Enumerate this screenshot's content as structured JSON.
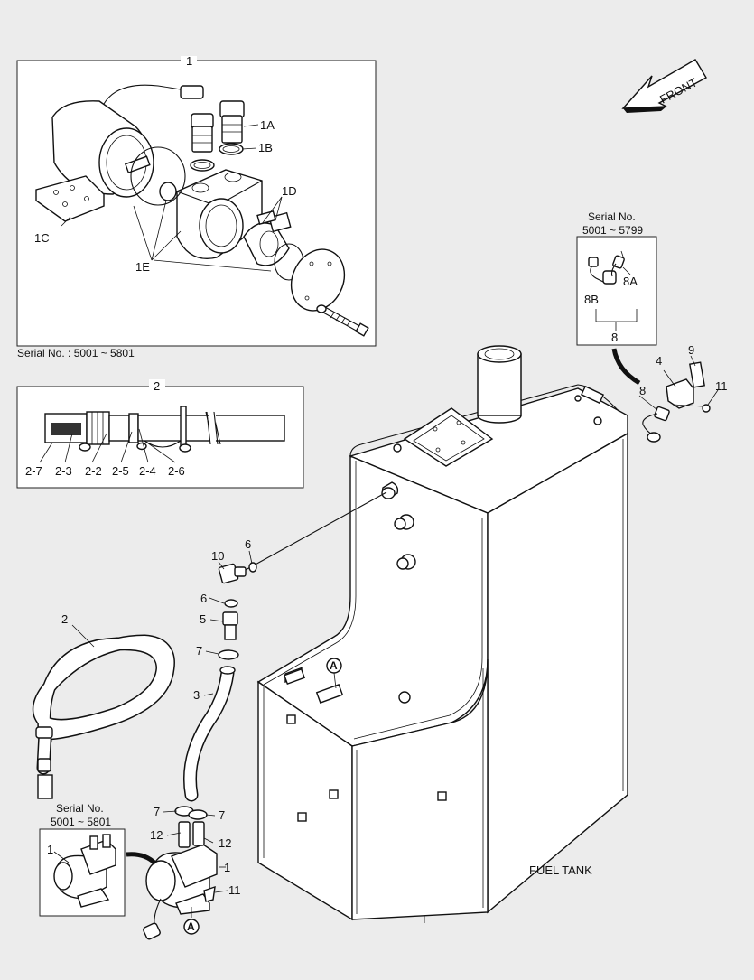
{
  "front_arrow": "FRONT",
  "tank_label": "FUEL TANK",
  "detail1": {
    "title": "1",
    "serial": "Serial No. : 5001 ~ 5801",
    "labels": {
      "a": "1A",
      "b": "1B",
      "c": "1C",
      "d": "1D",
      "e": "1E"
    }
  },
  "detail2": {
    "title": "2",
    "labels": [
      "2-7",
      "2-3",
      "2-2",
      "2-5",
      "2-4",
      "2-6"
    ]
  },
  "detail8": {
    "serial_line1": "Serial No.",
    "serial_line2": "5001 ~ 5799",
    "labels": {
      "a": "8A",
      "b": "8B",
      "main": "8"
    }
  },
  "detail_pump": {
    "serial_line1": "Serial No.",
    "serial_line2": "5001 ~ 5801",
    "label": "1"
  },
  "callouts": {
    "p1": "1",
    "p2": "2",
    "p3": "3",
    "p4": "4",
    "p5": "5",
    "p6a": "6",
    "p6b": "6",
    "p7a": "7",
    "p7b": "7",
    "p7c": "7",
    "p8": "8",
    "p9": "9",
    "p10": "10",
    "p11a": "11",
    "p11b": "11",
    "p12a": "12",
    "p12b": "12",
    "refA1": "A",
    "refA2": "A"
  }
}
